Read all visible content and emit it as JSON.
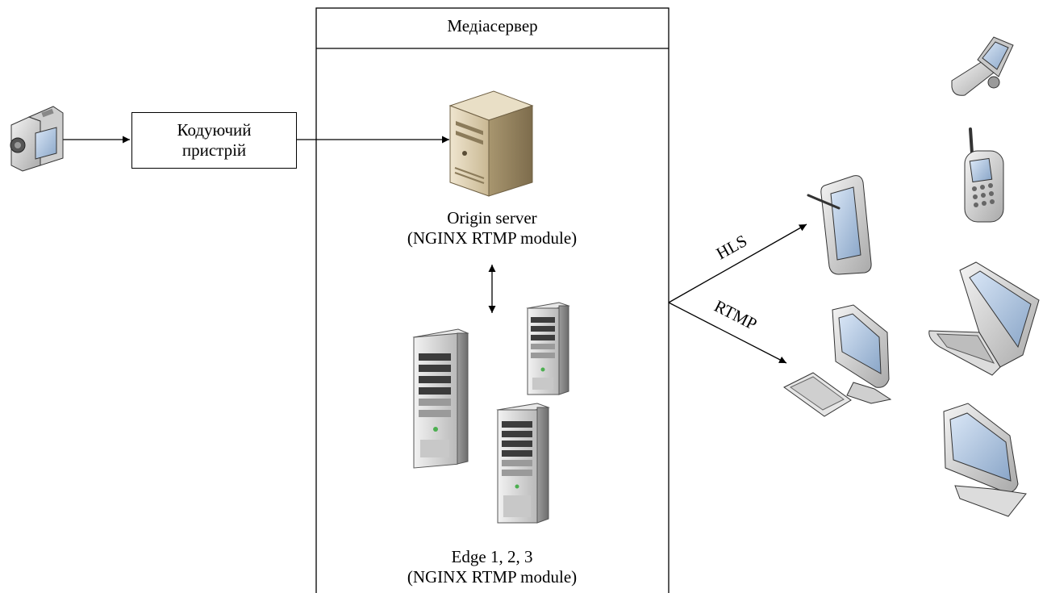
{
  "mediaserver": {
    "title": "Медіасервер"
  },
  "encoder": {
    "line1": "Кодуючий",
    "line2": "пристрій"
  },
  "origin": {
    "line1": "Origin server",
    "line2": "(NGINX RTMP module)"
  },
  "edge": {
    "line1": "Edge 1, 2, 3",
    "line2": "(NGINX RTMP module)"
  },
  "protocols": {
    "hls": "HLS",
    "rtmp": "RTMP"
  },
  "icons": {
    "source": "video-camera-icon",
    "origin": "tower-server-icon",
    "edges": [
      "rack-server-icon",
      "rack-server-icon",
      "rack-server-icon"
    ],
    "clients": [
      "flip-phone-icon",
      "mobile-phone-icon",
      "tablet-icon",
      "laptop-icon",
      "desktop-computer-icon",
      "monitor-icon"
    ]
  }
}
